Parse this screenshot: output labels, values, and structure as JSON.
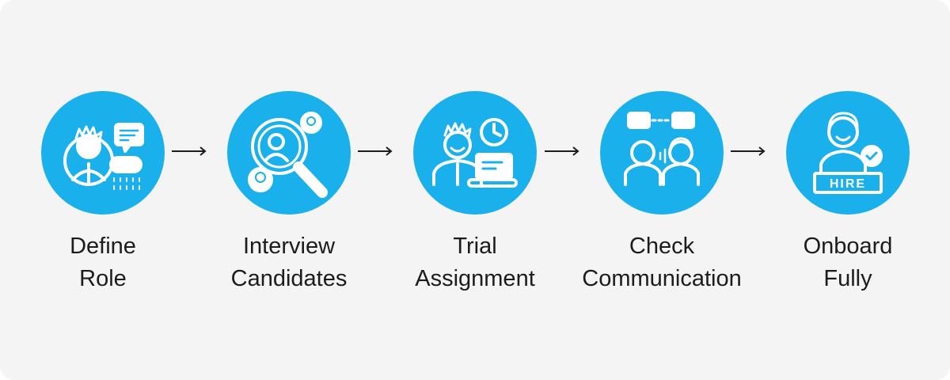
{
  "diagram": {
    "steps": [
      {
        "line1": "Define",
        "line2": "Role",
        "icon": "person-with-speech-bubble-and-magnifier-icon"
      },
      {
        "line1": "Interview",
        "line2": "Candidates",
        "icon": "magnifier-over-candidates-icon"
      },
      {
        "line1": "Trial",
        "line2": "Assignment",
        "icon": "person-with-laptop-and-clock-icon"
      },
      {
        "line1": "Check",
        "line2": "Communication",
        "icon": "two-people-talking-icon"
      },
      {
        "line1": "Onboard",
        "line2": "Fully",
        "icon": "person-behind-hire-desk-icon"
      }
    ],
    "hire_sign": "HIRE",
    "colors": {
      "circle": "#1ab0ec",
      "background": "#f4f4f5",
      "text": "#1c1c1c",
      "arrow": "#1c1c1c"
    }
  }
}
